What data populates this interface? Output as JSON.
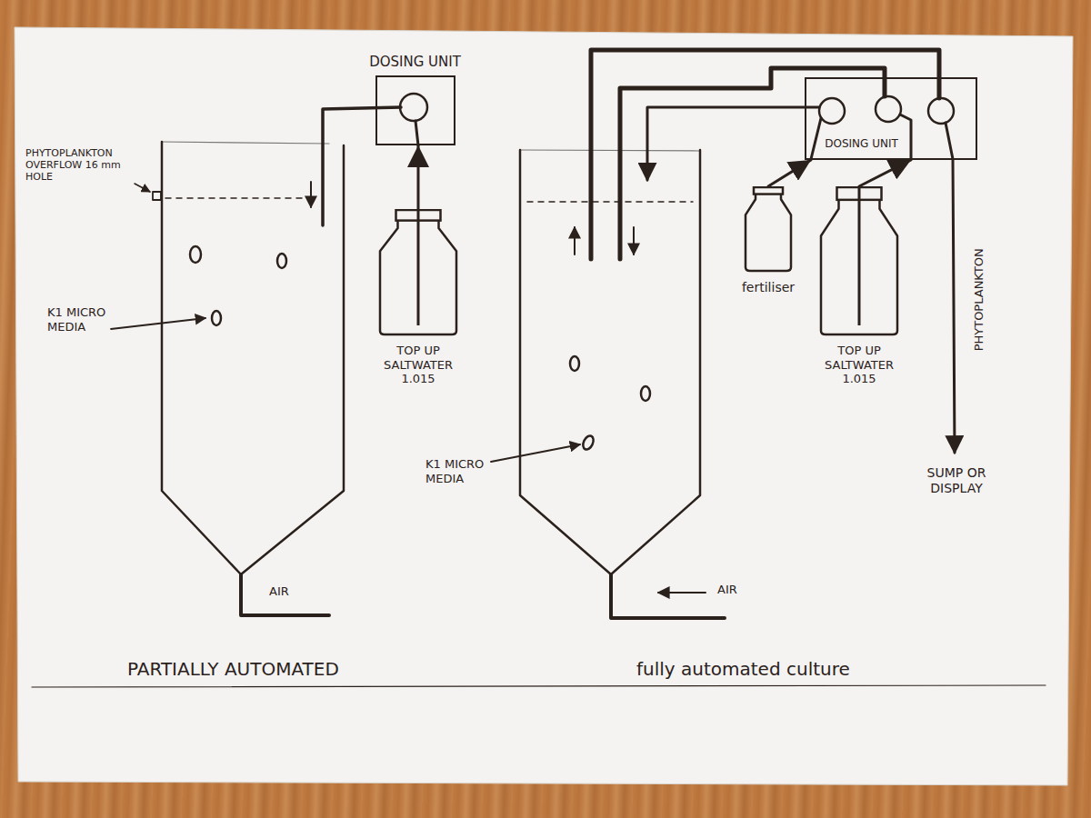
{
  "diagram": {
    "nodes": [
      {
        "text": [
          "DOSING UNIT"
        ]
      },
      {
        "text": [
          "TOP UP SALTWATER 1.015"
        ]
      },
      {
        "text": [
          "DOSING UNIT"
        ]
      },
      {
        "text": [
          "fertiliser"
        ]
      },
      {
        "text": [
          "TOP UP SALTWATER 1.015"
        ]
      }
    ],
    "edges": [
      {
        "from": 1,
        "to": 0,
        "arrow": "to"
      },
      {
        "from": 3,
        "to": 2,
        "arrow": "to"
      },
      {
        "from": 4,
        "to": 2,
        "arrow": "to"
      }
    ],
    "labels": [
      "PHYTOPLANKTON OVERFLOW 16 mm HOLE",
      "K1 MICRO MEDIA",
      "AIR",
      "PARTIALLY AUTOMATED",
      "K1 MICRO MEDIA",
      "AIR",
      "PHYTOPLANKTON",
      "SUMP OR DISPLAY",
      "fully automated culture"
    ]
  }
}
